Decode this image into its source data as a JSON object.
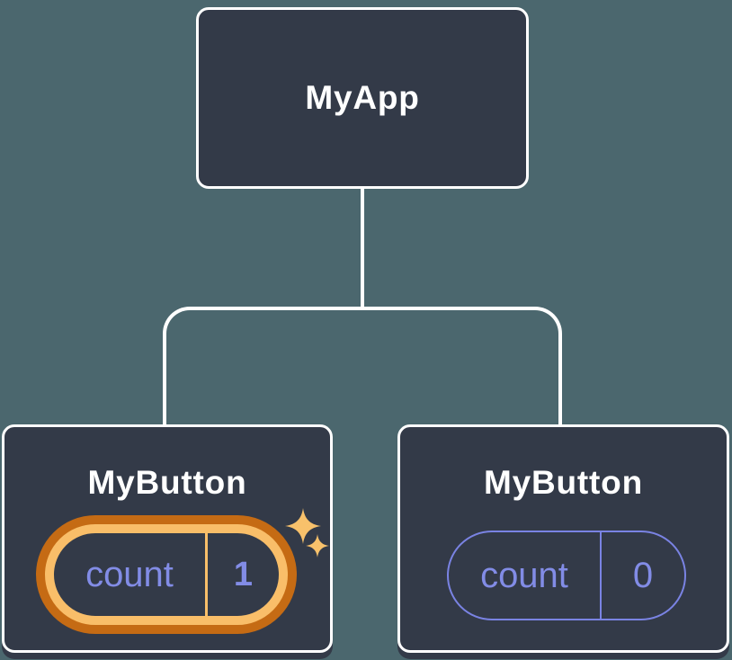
{
  "tree": {
    "root": {
      "label": "MyApp"
    },
    "children": [
      {
        "label": "MyButton",
        "state": {
          "key": "count",
          "value": "1"
        },
        "highlighted": true
      },
      {
        "label": "MyButton",
        "state": {
          "key": "count",
          "value": "0"
        },
        "highlighted": false
      }
    ]
  },
  "colors": {
    "background": "#4B676E",
    "node_fill": "#333A48",
    "node_border": "#FFFFFF",
    "connector": "#FFFFFF",
    "state_text": "#828CE6",
    "state_border": "#7A83E3",
    "highlight_ring_outer": "#C56B14",
    "highlight_ring_inner": "#F9BE69",
    "sparkle": "#F8C16B"
  }
}
